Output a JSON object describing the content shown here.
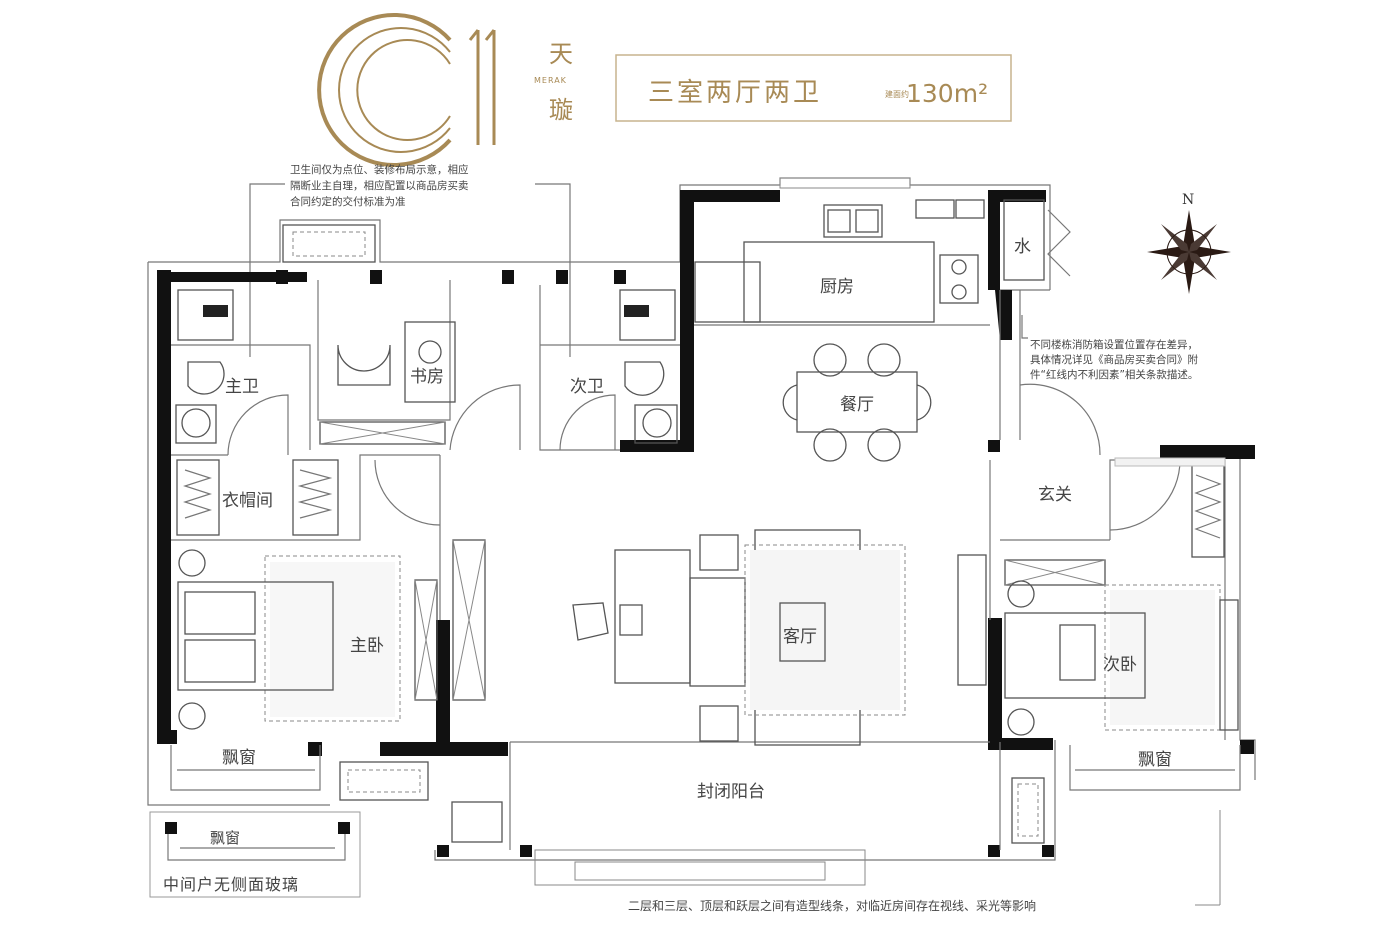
{
  "header": {
    "model_code": "C1",
    "brand_cn_top": "天",
    "brand_en": "MERAK",
    "brand_cn_bottom": "璇",
    "layout_title": "三室两厅两卫",
    "area_prefix": "建面约",
    "area_value": "130m²"
  },
  "rooms": {
    "master_bath": "主卫",
    "study": "书房",
    "second_bath": "次卫",
    "kitchen": "厨房",
    "water": "水",
    "dining": "餐厅",
    "cloakroom": "衣帽间",
    "entrance": "玄关",
    "master_bedroom": "主卧",
    "living_room": "客厅",
    "second_bedroom": "次卧",
    "bay_window_left": "飘窗",
    "bay_window_right": "飘窗",
    "balcony": "封闭阳台",
    "inset_bay_window": "飘窗"
  },
  "notes": {
    "bathroom_line1": "卫生间仅为点位、装修布局示意，相应",
    "bathroom_line2": "隔断业主自理，相应配置以商品房买卖",
    "bathroom_line3": "合同约定的交付标准为准",
    "fire_line1": "不同楼栋消防箱设置位置存在差异，",
    "fire_line2": "具体情况详见《商品房买卖合同》附",
    "fire_line3": "件“红线内不利因素”相关条款描述。",
    "inset_caption": "中间户无侧面玻璃",
    "bottom_note": "二层和三层、顶层和跃层之间有造型线条，对临近房间存在视线、采光等影响"
  },
  "compass": {
    "label": "N"
  },
  "colors": {
    "brand_gold": "#a88a55",
    "wall": "#111111",
    "line": "#777777"
  }
}
